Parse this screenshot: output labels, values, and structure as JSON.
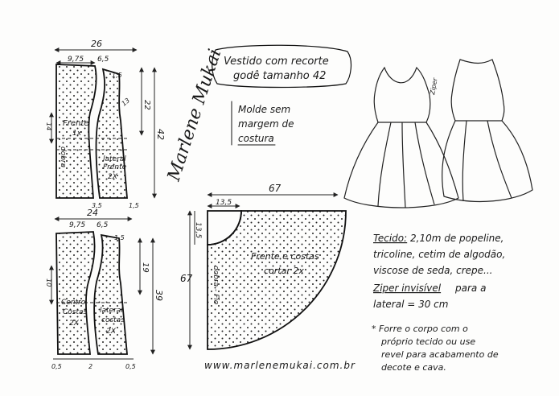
{
  "title": {
    "line1": "Vestido com recorte",
    "line2": "godê tamanho 42"
  },
  "note": {
    "line1": "Molde sem",
    "line2": "margem de",
    "line3": "costura"
  },
  "signature": "Marlene Mukai",
  "front_pattern": {
    "width_top": "26",
    "neck": "9,75",
    "shoulder_gap": "6,5",
    "shoulder_drop": "1,5",
    "armhole": "13",
    "height_right": "22",
    "height_total": "42",
    "left_height": "14",
    "center_label": "Frente",
    "center_qty": "1x",
    "fold": "dobra",
    "side_label_1": "lateral",
    "side_label_2": "Frente",
    "side_qty": "2X",
    "bottom_center": "3,5",
    "bottom_right": "1,5"
  },
  "back_pattern": {
    "width_top": "24",
    "neck": "9,75",
    "shoulder_gap": "6,5",
    "shoulder_drop": "1,5",
    "height_right": "19",
    "height_total": "39",
    "left_height": "10",
    "center_label_1": "Centro",
    "center_label_2": "Costas",
    "center_qty": "2X",
    "side_label_1": "lateral",
    "side_label_2": "costas",
    "side_qty": "2X",
    "bottom_left": "0,5",
    "bottom_center": "2",
    "bottom_right": "0,5"
  },
  "skirt": {
    "width": "67",
    "waist_radius": "13,5",
    "waist_drop": "13,5",
    "height": "67",
    "label_1": "Frente e costas",
    "label_2": "cortar 2x",
    "fold": "dobra - Fio"
  },
  "dress_sketch": {
    "zipper": "Ziper"
  },
  "materials": {
    "line1_label": "Tecido:",
    "line1_text": "2,10m de popeline,",
    "line2": "tricoline, cetim de algodão,",
    "line3": "viscose de seda, crepe...",
    "line4_label": "Ziper invisível",
    "line4_text": "para a",
    "line5": "lateral = 30 cm",
    "footnote1": "* Forre o corpo com o",
    "footnote2": "próprio tecido ou use",
    "footnote3": "revel para acabamento de",
    "footnote4": "decote e cava."
  },
  "website": "www.marlenemukai.com.br"
}
